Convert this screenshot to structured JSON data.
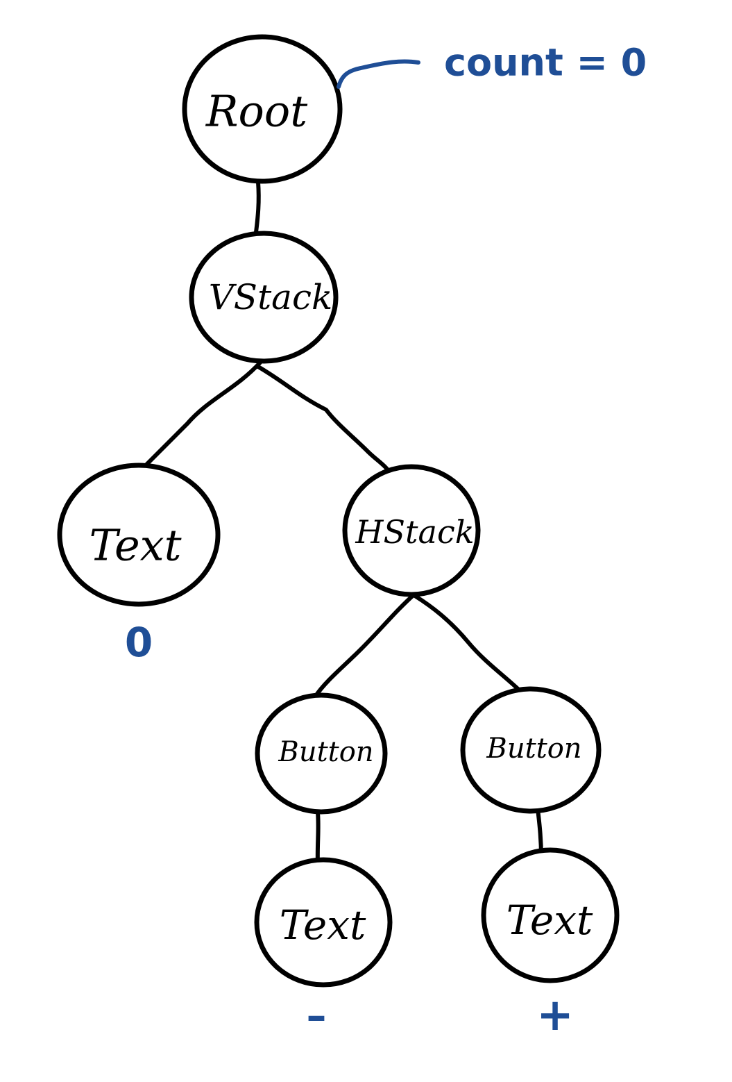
{
  "colors": {
    "ink": "#000000",
    "annotation": "#1f4e96",
    "background": "#ffffff"
  },
  "nodes": {
    "root": {
      "label": "Root"
    },
    "vstack": {
      "label": "VStack"
    },
    "text_count": {
      "label": "Text"
    },
    "hstack": {
      "label": "HStack"
    },
    "button_minus": {
      "label": "Button"
    },
    "button_plus": {
      "label": "Button"
    },
    "text_minus": {
      "label": "Text"
    },
    "text_plus": {
      "label": "Text"
    }
  },
  "annotations": {
    "state": "count = 0",
    "text_count_value": "0",
    "text_minus_value": "–",
    "text_plus_value": "+"
  }
}
